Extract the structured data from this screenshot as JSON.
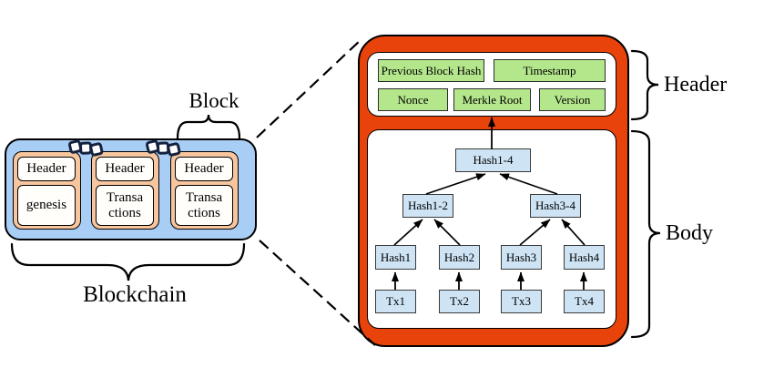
{
  "chain": {
    "label": "Blockchain",
    "block_brace_label": "Block",
    "blocks": [
      {
        "header_label": "Header",
        "body_label": "genesis"
      },
      {
        "header_label": "Header",
        "body_label": "Transa\nctions"
      },
      {
        "header_label": "Header",
        "body_label": "Transa\nctions"
      }
    ]
  },
  "detail": {
    "header_brace_label": "Header",
    "body_brace_label": "Body",
    "header_fields": [
      "Previous Block Hash",
      "Timestamp",
      "Nonce",
      "Merkle Root",
      "Version"
    ],
    "tree": {
      "root": "Hash1-4",
      "l2a": "Hash1-2",
      "l2b": "Hash3-4",
      "h1": "Hash1",
      "h2": "Hash2",
      "h3": "Hash3",
      "h4": "Hash4",
      "t1": "Tx1",
      "t2": "Tx2",
      "t3": "Tx3",
      "t4": "Tx4"
    }
  },
  "colors": {
    "detail_block_fill": "#E8430B",
    "chain_container_fill": "#A8CEF5",
    "mini_block_fill": "#F7C59E",
    "header_field_fill": "#B4E78C",
    "tree_node_fill": "#CEE4F5"
  }
}
